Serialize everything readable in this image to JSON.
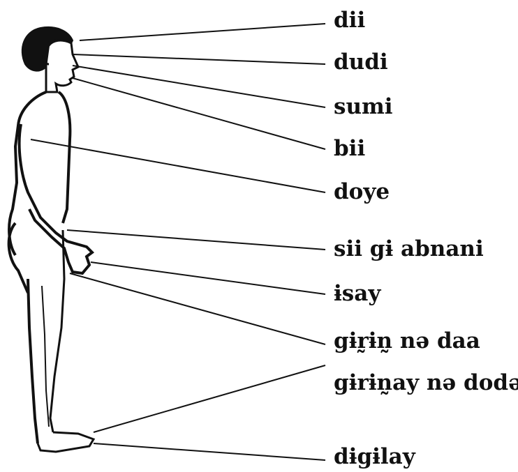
{
  "labels": [
    {
      "id": "head",
      "text": "dii"
    },
    {
      "id": "eye",
      "text": "dudi"
    },
    {
      "id": "nose",
      "text": "sumi"
    },
    {
      "id": "mouth",
      "text": "bii"
    },
    {
      "id": "chest",
      "text": "doye"
    },
    {
      "id": "arm",
      "text": "sii gɨ abnani"
    },
    {
      "id": "hand",
      "text": "ɨsay"
    },
    {
      "id": "thigh",
      "text": "gɨr̰ɨn̰ nə daa"
    },
    {
      "id": "leg",
      "text": "gɨrɨn̰ay nə dodə"
    },
    {
      "id": "foot",
      "text": "dɨgɨlay"
    }
  ],
  "colors": {
    "ink": "#111111",
    "background": "#ffffff"
  }
}
